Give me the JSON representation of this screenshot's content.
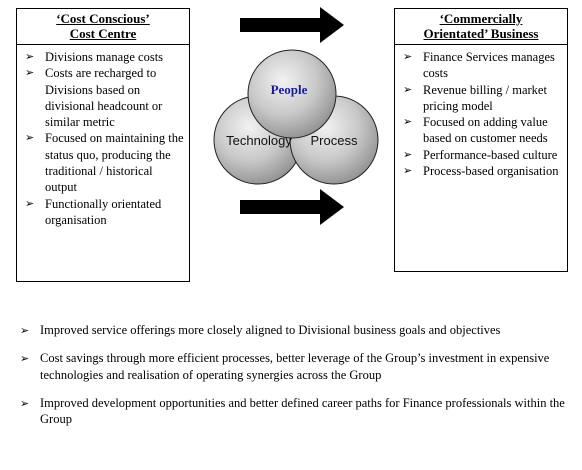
{
  "left_box": {
    "title_line1": "‘Cost Conscious’",
    "title_line2": "Cost Centre",
    "items": [
      "Divisions manage costs",
      "Costs are recharged to Divisions based on divisional headcount or similar metric",
      "Focused on maintaining the status quo, producing the traditional / historical output",
      "Functionally orientated organisation"
    ]
  },
  "right_box": {
    "title_line1": "‘Commercially",
    "title_line2": "Orientated’ Business",
    "items": [
      "Finance Services manages costs",
      "Revenue billing / market pricing model",
      "Focused on adding value based on customer needs",
      "Performance-based culture",
      "Process-based organisation"
    ]
  },
  "venn": {
    "top_label": "People",
    "left_label": "Technology",
    "right_label": "Process",
    "top_label_color": "#1a1a9a"
  },
  "bullet_symbol": "➢",
  "bottom_points": [
    "Improved service offerings more closely aligned to Divisional business goals and objectives",
    "Cost savings through more efficient processes, better leverage of the Group’s investment in expensive technologies and realisation of operating synergies across the Group",
    "Improved development opportunities and better defined career paths for Finance professionals within the Group"
  ]
}
